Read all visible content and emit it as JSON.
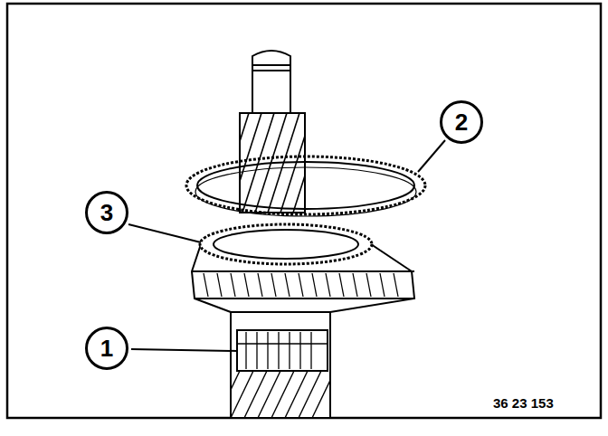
{
  "diagram": {
    "nodes": [
      {
        "text": [
          "2"
        ]
      },
      {
        "text": [
          "3"
        ]
      },
      {
        "text": [
          "1"
        ]
      }
    ],
    "labels": [
      "36 23 153"
    ]
  }
}
